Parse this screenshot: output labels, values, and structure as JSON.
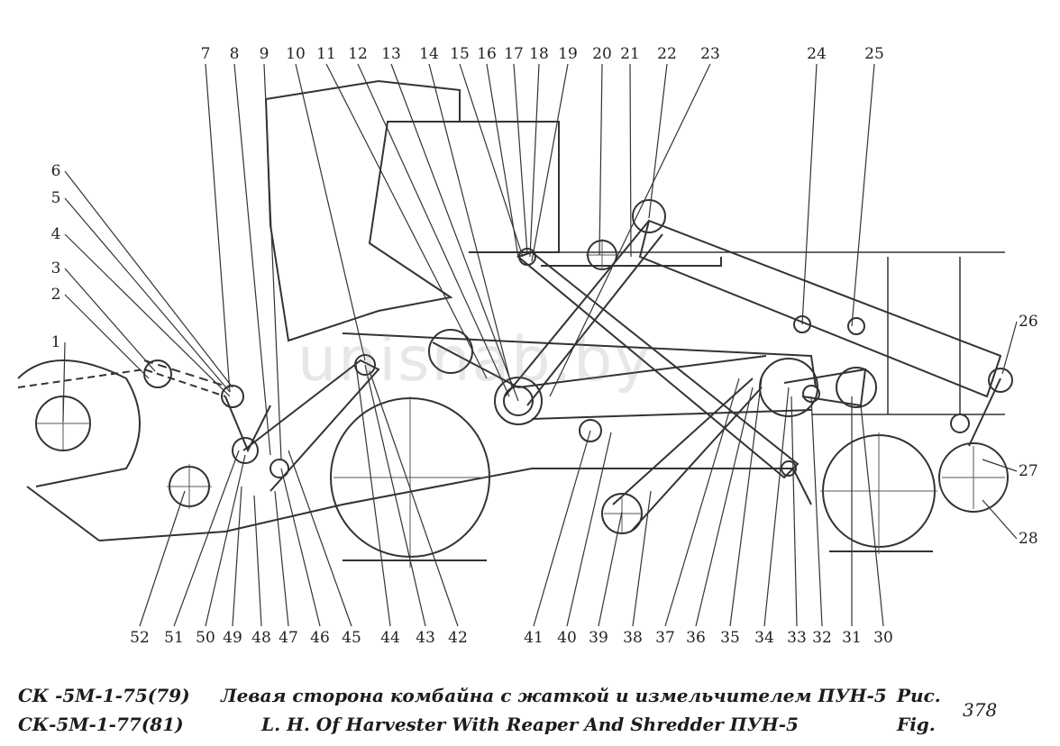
{
  "top_labels": [
    "7",
    "8",
    "9",
    "10",
    "11",
    "12",
    "13",
    "14",
    "15",
    "16",
    "17",
    "18",
    "19",
    "20",
    "21",
    "22",
    "23",
    "24",
    "25"
  ],
  "left_labels": [
    "6",
    "5",
    "4",
    "3",
    "2",
    "1"
  ],
  "right_labels": [
    "26",
    "27",
    "28"
  ],
  "bottom_labels": [
    "52",
    "51",
    "50",
    "49",
    "48",
    "47",
    "46",
    "45",
    "44",
    "43",
    "42",
    "41",
    "40",
    "39",
    "38",
    "37",
    "36",
    "35",
    "34",
    "33",
    "32",
    "31",
    "30"
  ],
  "caption": {
    "model_line1": "СК -5М-1-75(79)",
    "model_line2": "СК-5М-1-77(81)",
    "title_ru": "Левая сторона комбайна с жаткой и измельчителем ПУН-5",
    "title_en": "L. H. Of Harvester With Reaper And Shredder ПУН-5",
    "fig_ru": "Рис.",
    "fig_en": "Fig.",
    "fig_number": "378"
  },
  "watermark": "unisnab.by"
}
